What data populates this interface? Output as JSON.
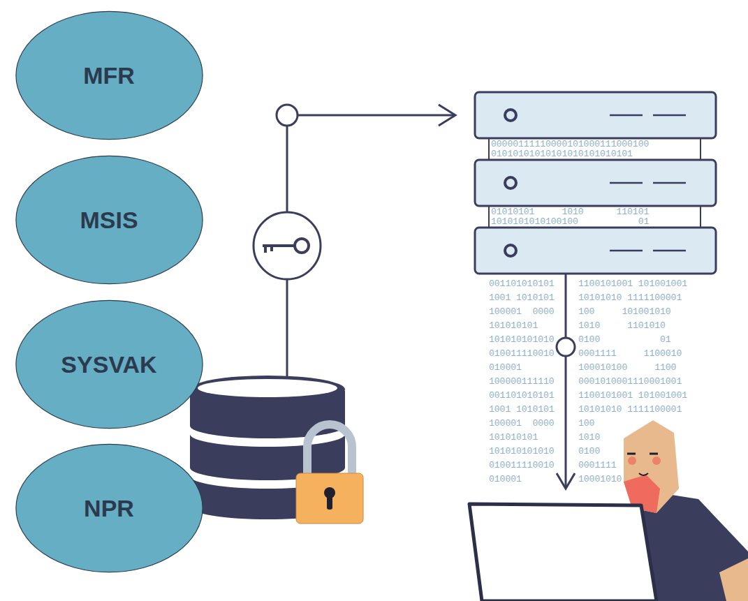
{
  "diagram": {
    "nodes": [
      {
        "text": [
          "MFR"
        ]
      },
      {
        "text": [
          "MSIS"
        ]
      },
      {
        "text": [
          "SYSVAK"
        ]
      },
      {
        "text": [
          "NPR"
        ]
      }
    ],
    "labels": [
      "00000111110000101000111000100",
      "01010101010101010101010101",
      "01010101     1010      110101",
      "1010101010100100           01",
      "001101010101",
      "1100101001 101001001",
      "1001 1010101",
      "10101010 1111100001",
      "100001  0000",
      "100     101001010",
      "101010101",
      "1010     1101010",
      "101010101010",
      "0100           01",
      "010011110010",
      "0001111     1100010",
      "010001",
      "100010100     1100",
      "100000111110",
      "0001010001110001001",
      "001101010101",
      "1100101001 101001001",
      "1001 1010101",
      "10101010 1111100001",
      "100001  0000",
      "100",
      "101010101",
      "1010",
      "101010101010",
      "0100",
      "010011110010",
      "0001111",
      "010001",
      "10001010"
    ]
  }
}
